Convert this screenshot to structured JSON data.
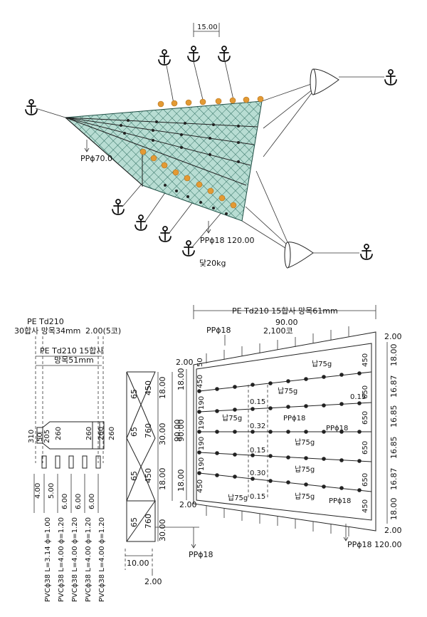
{
  "colors": {
    "net_fill": "#b8ddd3",
    "net_mesh": "#2a6a5c",
    "float": "#e39a34",
    "line": "#222222"
  },
  "top": {
    "spacing": "15.00",
    "pp70": "PPϕ70.0",
    "pp18": "PPϕ18 120.00",
    "sinker": "닻20kg"
  },
  "bottom": {
    "left": {
      "pe_td210": "PE Td210",
      "mesh34": "30합사 망목34mm",
      "five_ko": "2.00(5코)",
      "pe15": "PE Td210 15합사",
      "mesh51": "망목51mm",
      "v310": "310",
      "v205": "205",
      "v50": "50",
      "v260a": "260",
      "v260b": "260",
      "v260c": "260",
      "v260d": "260",
      "dim400": "4.00",
      "dim500": "5.00",
      "dim600a": "6.00",
      "dim600b": "6.00",
      "dim600c": "6.00",
      "pvc": [
        "PVCϕ38 L=3.14 ϕ=1.00",
        "PVCϕ38 L=4.00 ϕ=1.20",
        "PVCϕ38 L=4.00 ϕ=1.20",
        "PVCϕ38 L=4.00 ϕ=1.20",
        "PVCϕ38 L=4.00 ϕ=1.20"
      ]
    },
    "mid": {
      "cells": [
        "65",
        "65",
        "65",
        "65"
      ],
      "vals": [
        "450",
        "760",
        "450",
        "760"
      ],
      "dims": [
        "18.00",
        "30.00",
        "18.00",
        "30.00"
      ],
      "total": "90.00",
      "pp18": "PPϕ18",
      "w1000": "10.00",
      "w200": "2.00"
    },
    "right": {
      "top_label": "PE Td210 15합사 망목61mm",
      "pp18_top": "PPϕ18",
      "w90": "90.00",
      "ko2100": "2,100코",
      "d200_tl": "2.00",
      "d200_bl": "2.00",
      "d200_tr": "2.00",
      "d200_br": "2.00",
      "v50": "50",
      "left_dims": [
        "18.00",
        "90.00",
        "18.00"
      ],
      "row_left": [
        "450",
        "190",
        "190",
        "190",
        "190",
        "450"
      ],
      "row_right": [
        "450",
        "650",
        "650",
        "650",
        "650",
        "450"
      ],
      "right_dims": [
        "18.00",
        "16.87",
        "16.85",
        "16.85",
        "16.87",
        "18.00"
      ],
      "spans": [
        "0.15",
        "0.32",
        "0.15",
        "0.30",
        "0.15"
      ],
      "right_span": "0.15",
      "lead": [
        "납75g",
        "납75g",
        "납75g",
        "납75g",
        "납75g",
        "납75g",
        "납75g"
      ],
      "pp18_rows": [
        "PPϕ18",
        "PPϕ18",
        "PPϕ18"
      ],
      "pp18_bottom": "PPϕ18 120.00"
    }
  }
}
